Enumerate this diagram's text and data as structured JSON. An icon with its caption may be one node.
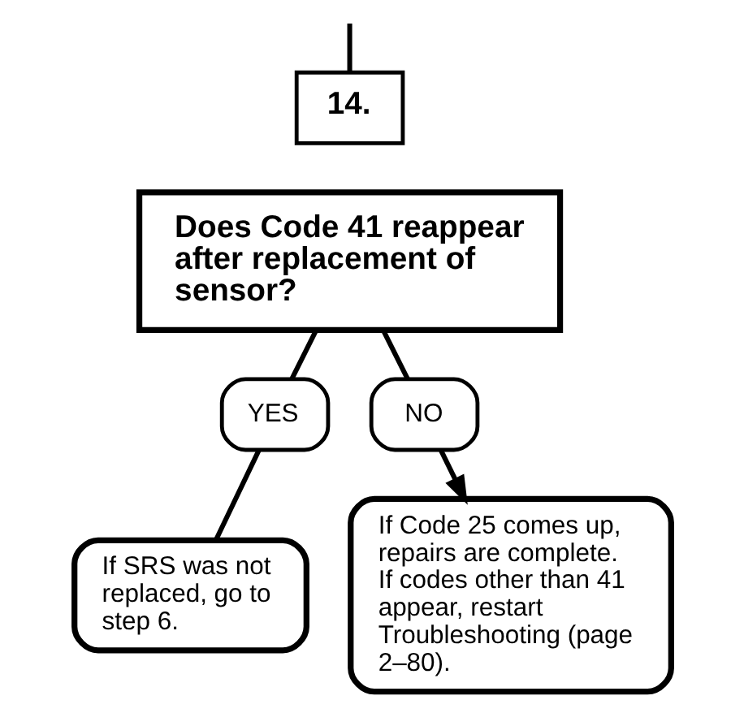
{
  "diagram": {
    "nodes": [
      {
        "text": [
          "14."
        ]
      },
      {
        "text": [
          "Does Code 41 reappear after replacement of sensor?"
        ]
      },
      {
        "text": [
          "NO"
        ]
      },
      {
        "text": [
          "YES"
        ]
      },
      {
        "text": [
          "If SRS was not replaced, go to step 6."
        ]
      },
      {
        "text": [
          "If Code 25 comes up, repairs are complete. If codes other than 41 appear, restart Troubleshooting (page 2–80)."
        ]
      }
    ],
    "edges": [
      {
        "from": null,
        "to": 0,
        "arrow": "none"
      },
      {
        "from": 1,
        "to": 2,
        "arrow": "none"
      },
      {
        "from": 2,
        "to": 5,
        "arrow": "to"
      },
      {
        "from": 1,
        "to": 3,
        "arrow": "none"
      },
      {
        "from": 3,
        "to": 4,
        "arrow": "none"
      }
    ]
  }
}
